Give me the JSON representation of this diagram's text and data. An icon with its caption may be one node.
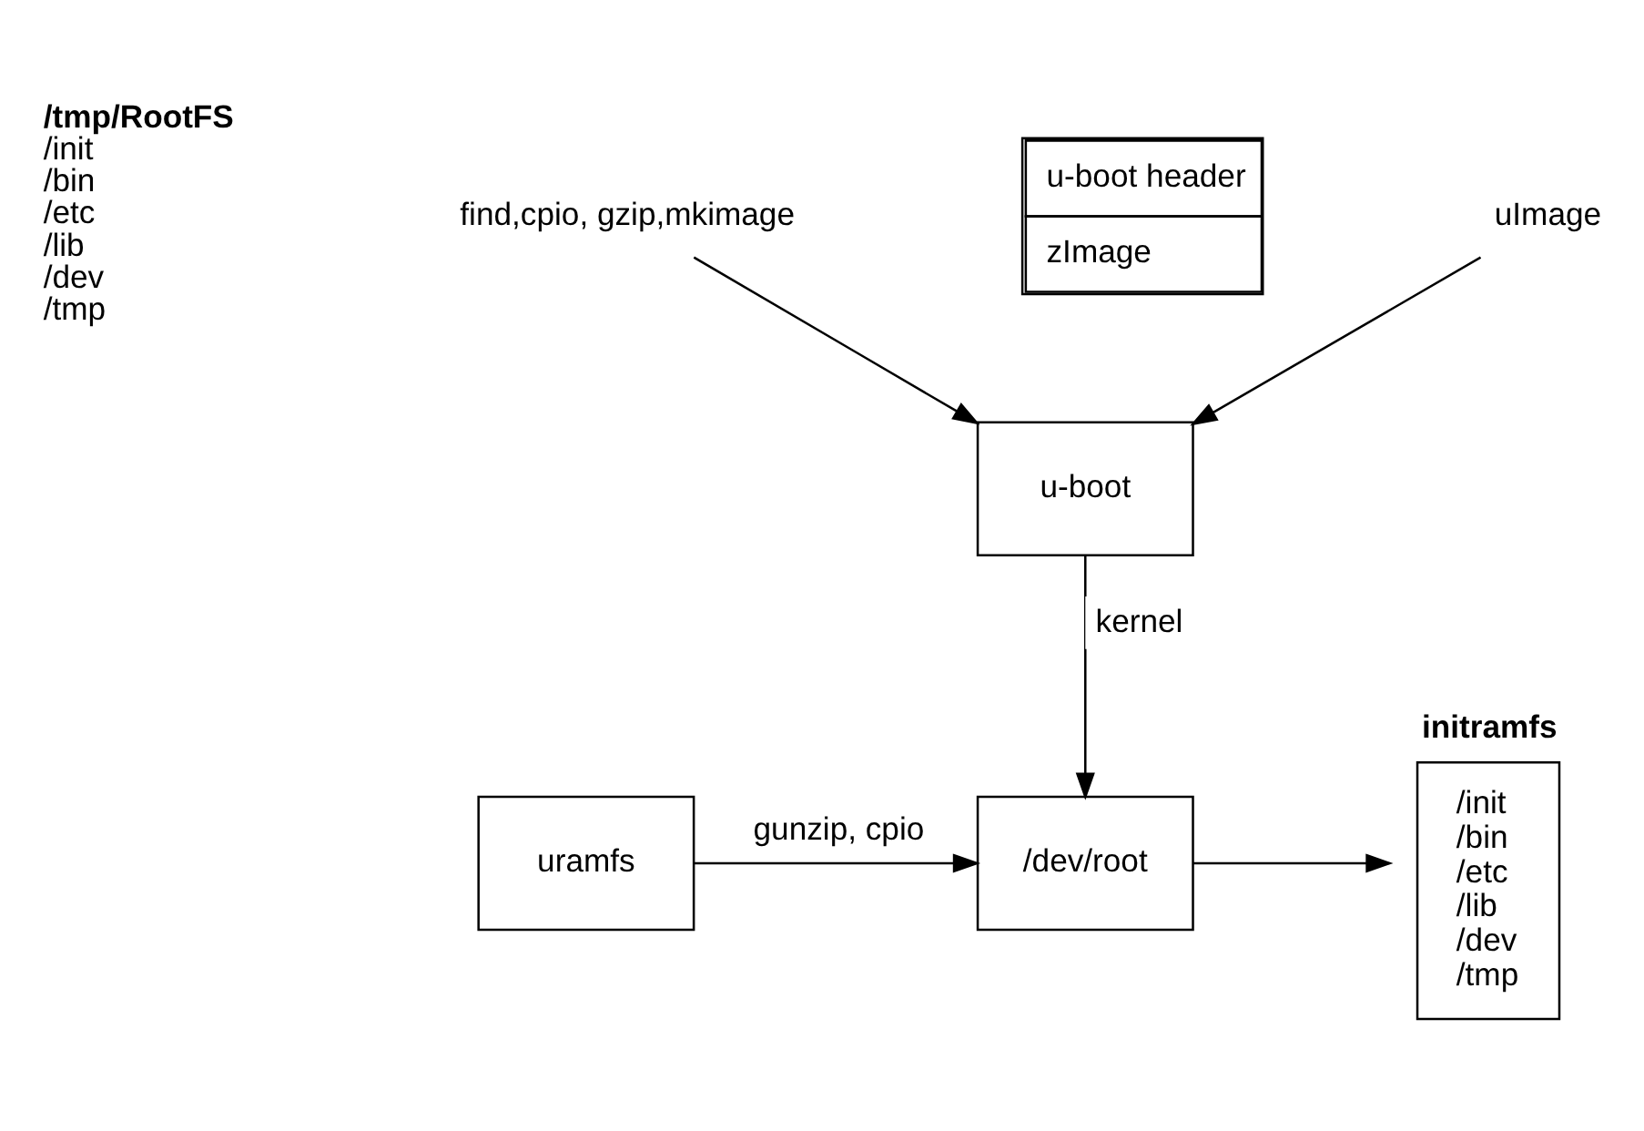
{
  "diagram": {
    "nodes": [
      {
        "text": [
          "find,cpio, gzip,mkimage"
        ]
      },
      {
        "text": [
          "u-boot header",
          "zImage"
        ]
      },
      {
        "text": [
          "uImage"
        ]
      },
      {
        "text": [
          "u-boot"
        ]
      },
      {
        "text": [
          "/dev/root"
        ]
      },
      {
        "text": [
          "uramfs"
        ]
      },
      {
        "text": [
          "initramfs",
          "/init /bin /etc /lib /dev /tmp"
        ]
      }
    ],
    "edges": [
      {
        "from": 0,
        "to": 3,
        "arrow": "to"
      },
      {
        "from": 2,
        "to": 3,
        "arrow": "to"
      },
      {
        "from": 3,
        "to": 4,
        "arrow": "to",
        "label": "kernel"
      },
      {
        "from": 5,
        "to": 4,
        "arrow": "to",
        "label": "gunzip, cpio"
      },
      {
        "from": 4,
        "to": 6,
        "arrow": "to"
      }
    ],
    "labels": [
      "/tmp/RootFS",
      "/init",
      "/bin",
      "/etc",
      "/lib",
      "/dev",
      "/tmp"
    ]
  }
}
